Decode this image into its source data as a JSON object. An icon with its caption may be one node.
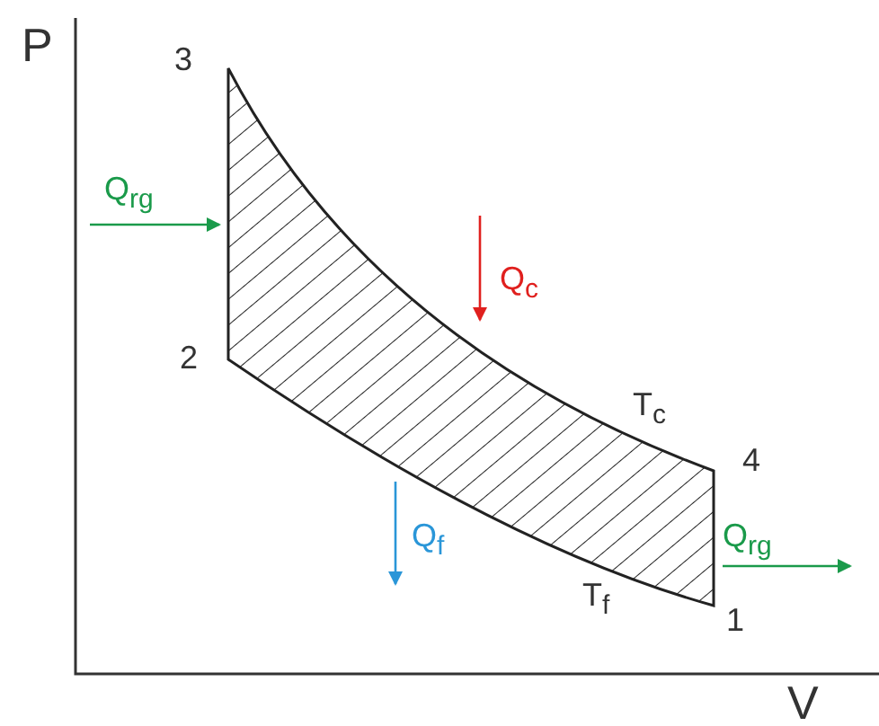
{
  "diagram": {
    "labels": [
      "P",
      "3",
      "Q$_{rg}$",
      "Q$_{c}$",
      "2",
      "T$_{c}$",
      "4",
      "Q$_{f}$",
      "Q$_{rg}$",
      "T$_{f}$",
      "1",
      "V"
    ]
  }
}
